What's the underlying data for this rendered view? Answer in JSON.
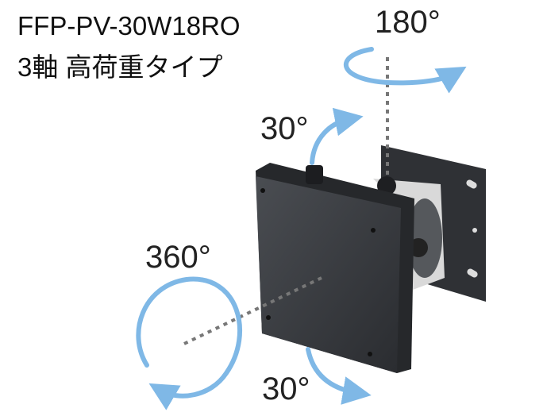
{
  "product": {
    "model": "FFP-PV-30W18RO",
    "subtitle": "3軸 高荷重タイプ"
  },
  "rotations": {
    "swivel": "180°",
    "tilt_up": "30°",
    "rotate": "360°",
    "tilt_down": "30°"
  },
  "colors": {
    "arrow": "#7fb8e6",
    "body": "#3a3c40",
    "plate": "#2e3034"
  }
}
